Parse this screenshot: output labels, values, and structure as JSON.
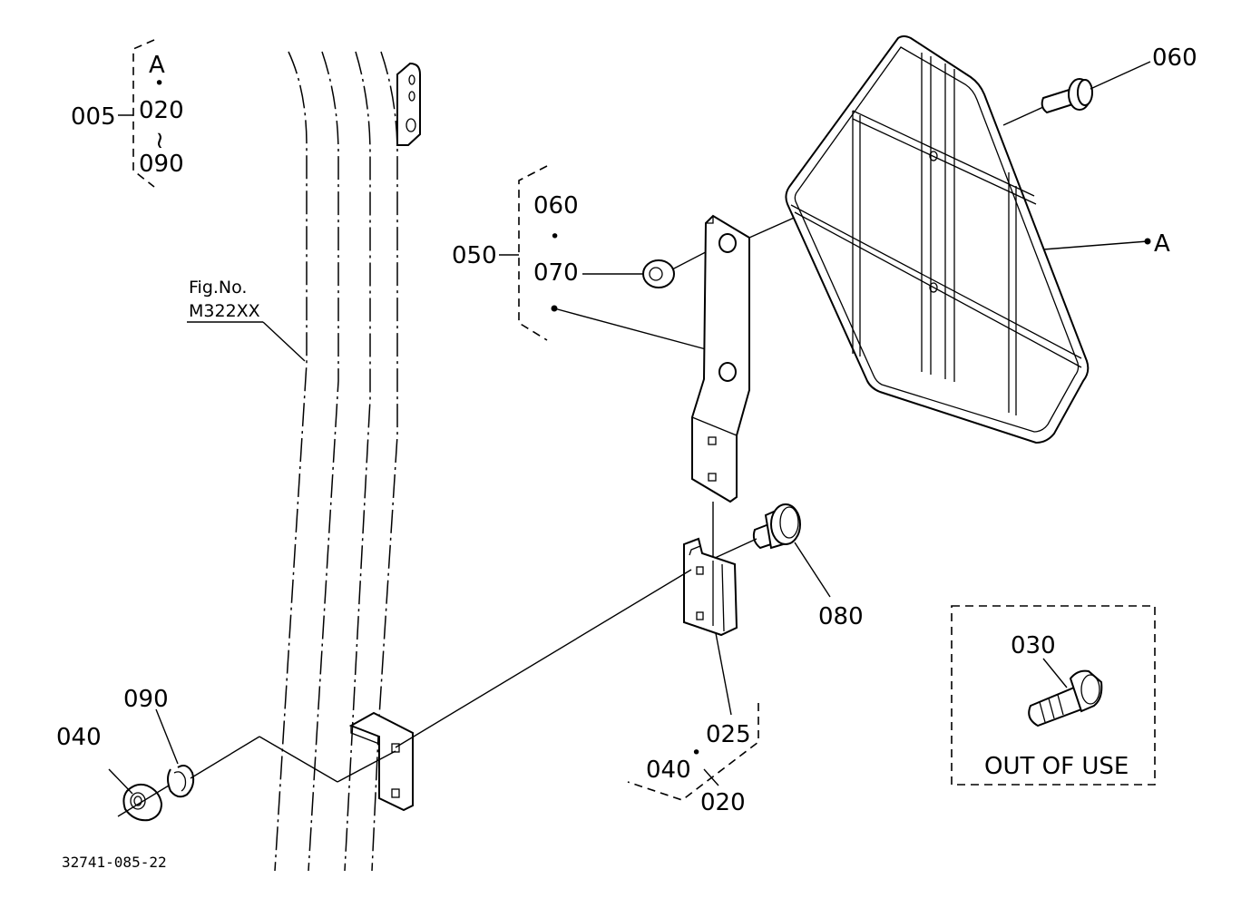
{
  "labels": {
    "p005": "005",
    "p005_a": "A",
    "p005_dot": "•",
    "p005_020": "020",
    "p005_tilde": "~",
    "p005_090": "090",
    "fig_no": "Fig.No.",
    "fig_code": "M322XX",
    "p050": "050",
    "p050_060": "060",
    "p050_dot": "•",
    "p050_070": "070",
    "p060": "060",
    "ref_a": "A",
    "p080": "080",
    "p030": "030",
    "out_of_use": "OUT OF USE",
    "p025": "025",
    "p040_group": "040",
    "p040_dot": "•",
    "p020": "020",
    "p040": "040",
    "p090": "090",
    "drawing_number": "32741-085-22"
  }
}
